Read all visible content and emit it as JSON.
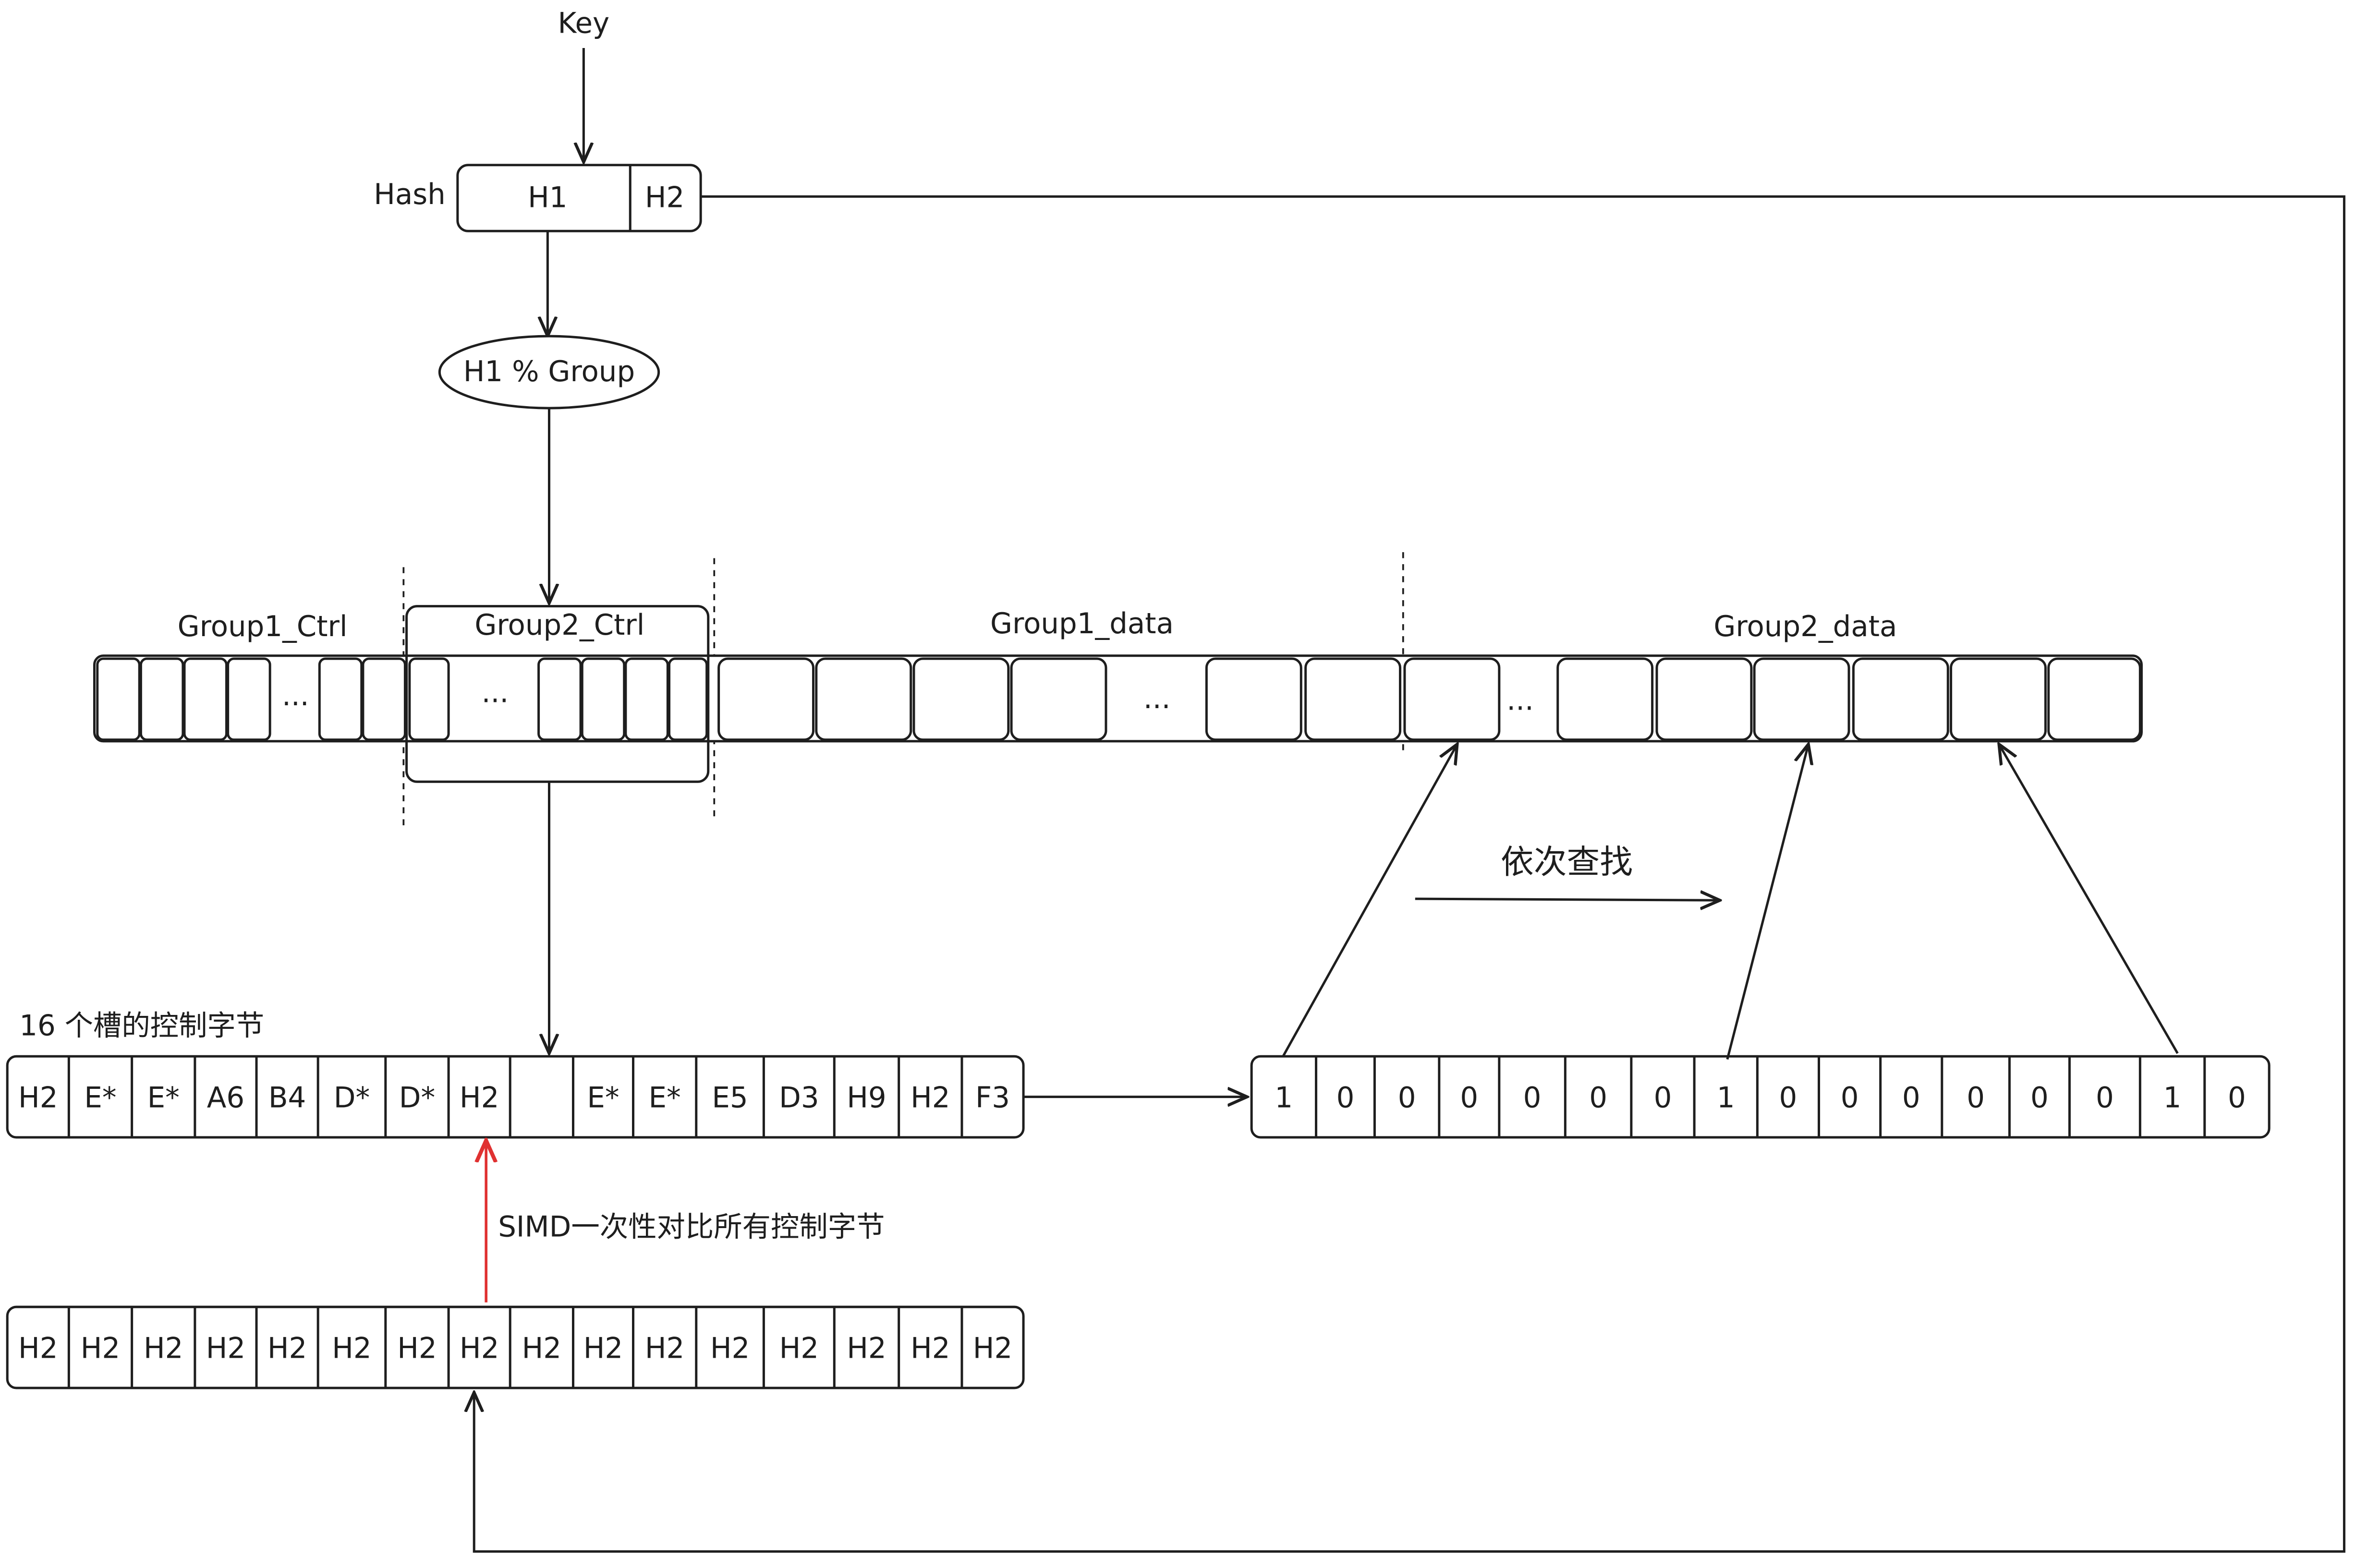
{
  "key_label": "Key",
  "hash": {
    "label": "Hash",
    "h1": "H1",
    "h2": "H2"
  },
  "mod_label": "H1 % Group",
  "regions": {
    "group1_ctrl": "Group1_Ctrl",
    "group2_ctrl": "Group2_Ctrl",
    "group1_data": "Group1_data",
    "group2_data": "Group2_data"
  },
  "ellipsis": "...",
  "search_label": "依次查找",
  "ctrl_bytes_label": "16 个槽的控制字节",
  "simd_label": "SIMD一次性对比所有控制字节",
  "ctrl_bytes": [
    "H2",
    "E*",
    "E*",
    "A6",
    "B4",
    "D*",
    "D*",
    "H2",
    "",
    "E*",
    "E*",
    "E5",
    "D3",
    "H9",
    "H2",
    "F3"
  ],
  "h2_broadcast": [
    "H2",
    "H2",
    "H2",
    "H2",
    "H2",
    "H2",
    "H2",
    "H2",
    "H2",
    "H2",
    "H2",
    "H2",
    "H2",
    "H2",
    "H2",
    "H2"
  ],
  "match_bits": [
    "1",
    "0",
    "0",
    "0",
    "0",
    "0",
    "0",
    "1",
    "0",
    "0",
    "0",
    "0",
    "0",
    "0",
    "1",
    "0"
  ],
  "colors": {
    "stroke": "#1e1e1e",
    "simd_arrow": "#e03131",
    "background": "#ffffff"
  }
}
